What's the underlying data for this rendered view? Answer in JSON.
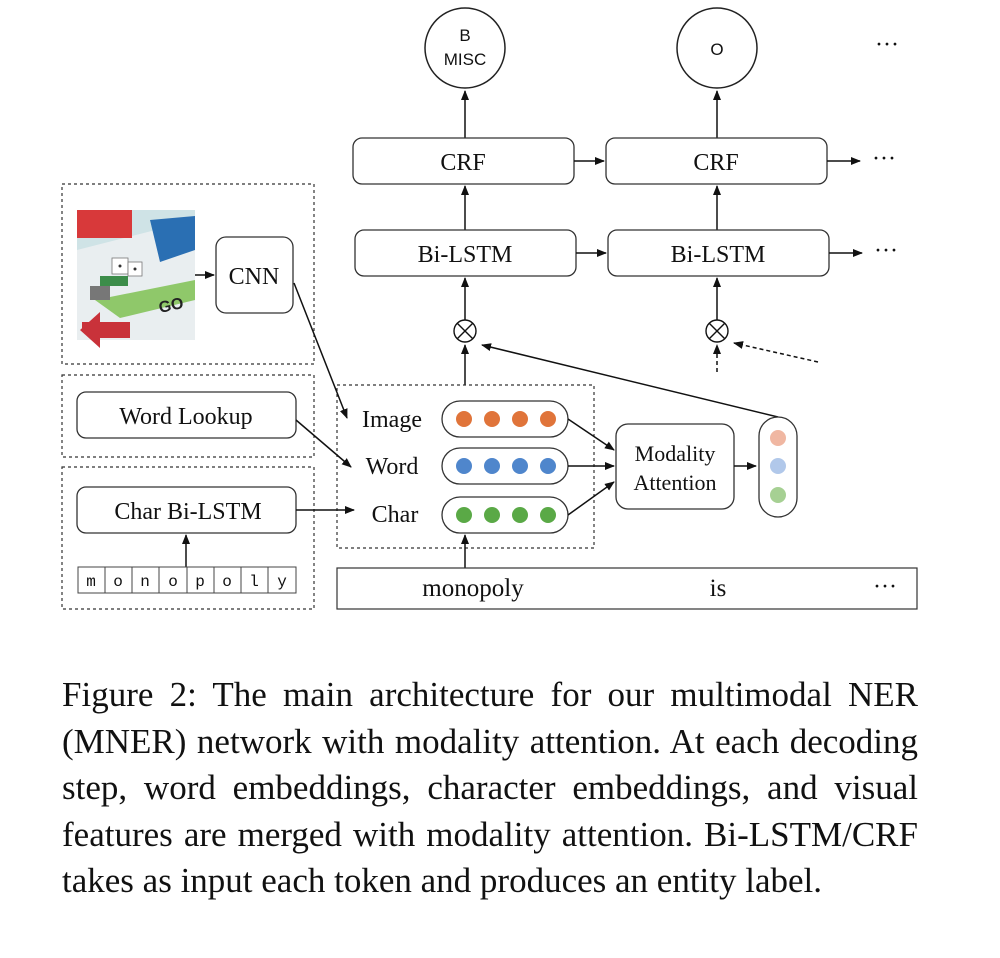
{
  "outputs": {
    "label1_line1": "B",
    "label1_line2": "MISC",
    "label2": "O",
    "ellipsis": "···"
  },
  "crf": {
    "label": "CRF"
  },
  "bilstm": {
    "label": "Bi-LSTM"
  },
  "cnn": {
    "label": "CNN"
  },
  "word_lookup": {
    "label": "Word Lookup"
  },
  "char_bilstm": {
    "label": "Char Bi-LSTM"
  },
  "chars": [
    "m",
    "o",
    "n",
    "o",
    "p",
    "o",
    "l",
    "y"
  ],
  "modalities": {
    "image": "Image",
    "word": "Word",
    "char": "Char"
  },
  "modality_attention": {
    "line1": "Modality",
    "line2": "Attention"
  },
  "tokens": {
    "first": "monopoly",
    "second": "is",
    "ellipsis": "···"
  },
  "colors": {
    "image_dot": "#e0743a",
    "word_dot": "#4f86cc",
    "char_dot": "#5aa946",
    "image_dot_light": "#f0b7a2",
    "word_dot_light": "#b1c8ea",
    "char_dot_light": "#a6d093"
  },
  "caption": {
    "text": "Figure 2: The main architecture for our multimodal NER (MNER) network with modality attention. At each decoding step, word embeddings, character embeddings, and visual features are merged with modality attention. Bi-LSTM/CRF takes as input each token and produces an entity label."
  }
}
